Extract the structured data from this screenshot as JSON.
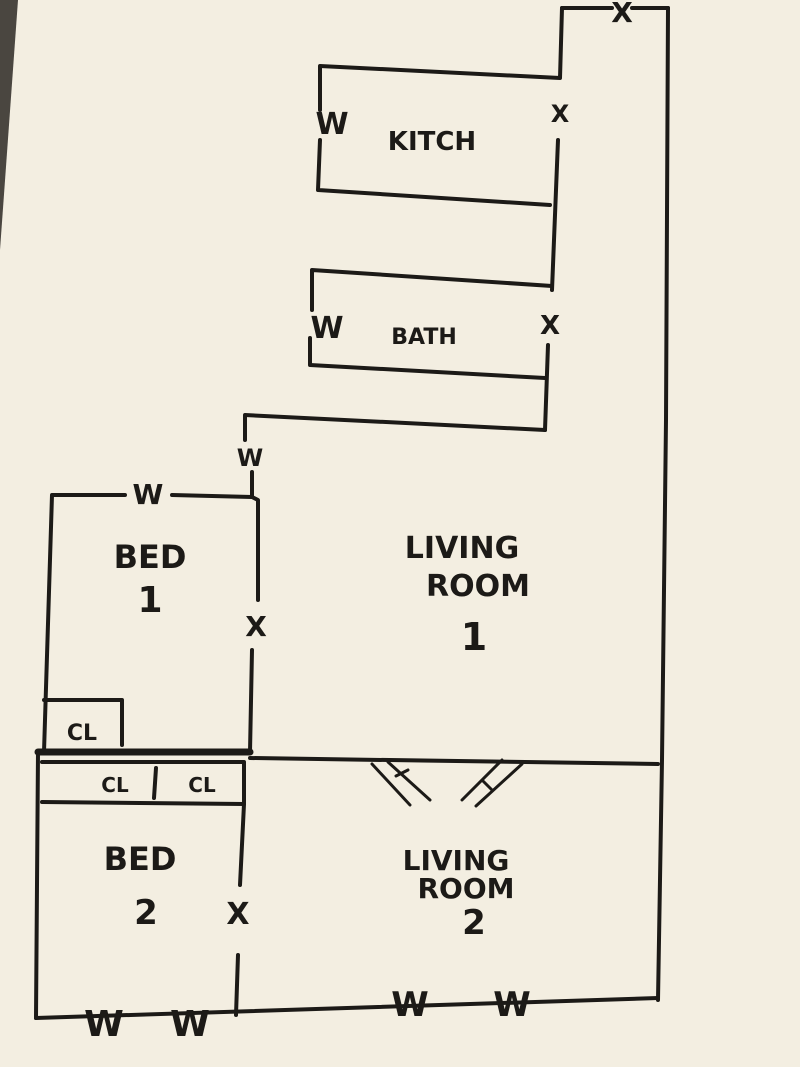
{
  "rooms": {
    "kitchen": "KITCH",
    "bath": "BATH",
    "bed1": [
      "BED",
      "1"
    ],
    "living1": [
      "LIVING",
      "ROOM",
      "1"
    ],
    "bed2": [
      "BED",
      "2"
    ],
    "living2": [
      "LIVING",
      "ROOM",
      "2"
    ],
    "closet_bed1": "CL",
    "closet_bed2_left": "CL",
    "closet_bed2_right": "CL"
  },
  "symbols": {
    "window": "W",
    "door": "X"
  },
  "colors": {
    "paper": "#f3eee1",
    "ink": "#1c1a17",
    "background": "#4a4640"
  }
}
